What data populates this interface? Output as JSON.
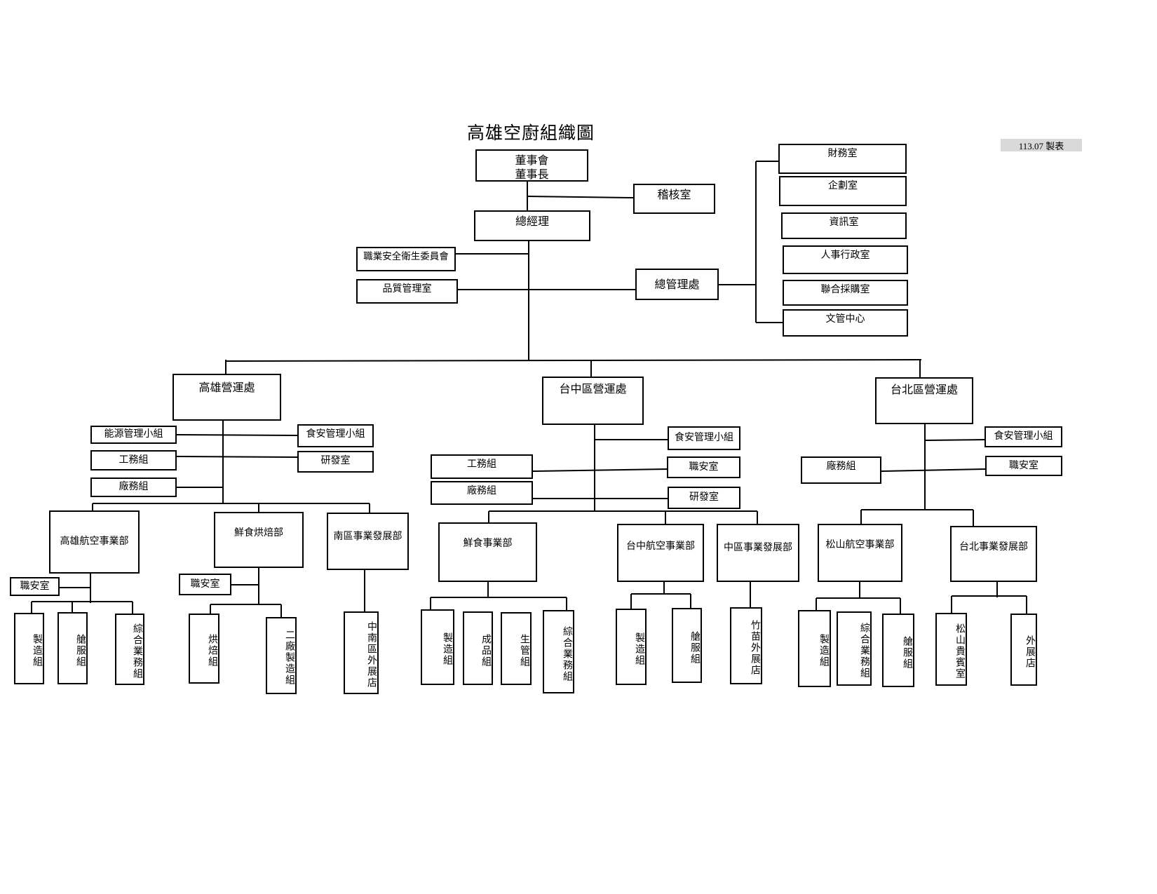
{
  "title": "高雄空廚組織圖",
  "stamp": "113.07 製表",
  "top": {
    "board": "董事會\n董事長",
    "audit": "稽核室",
    "gm": "總經理",
    "safety_committee": "職業安全衛生委員會",
    "quality": "品質管理室",
    "admin": "總管理處"
  },
  "admin_units": [
    "財務室",
    "企劃室",
    "資訊室",
    "人事行政室",
    "聯合採購室",
    "文管中心"
  ],
  "kaohsiung": {
    "name": "高雄營運處",
    "left_units": [
      "能源管理小組",
      "工務組",
      "廠務組"
    ],
    "right_units": [
      "食安管理小組",
      "研發室"
    ],
    "depts": [
      {
        "name": "高雄航空事業部",
        "side": "職安室",
        "groups": [
          "製造組",
          "艙服組",
          "綜合業務組"
        ]
      },
      {
        "name": "鮮食烘焙部",
        "side": "職安室",
        "groups": [
          "烘焙組",
          "二廠製造組"
        ]
      },
      {
        "name": "南區事業發展部",
        "groups": [
          "中南區外展店"
        ]
      }
    ]
  },
  "taichung": {
    "name": "台中區營運處",
    "left_units": [
      "工務組",
      "廠務組"
    ],
    "right_units": [
      "食安管理小組",
      "職安室",
      "研發室"
    ],
    "depts": [
      {
        "name": "鮮食事業部",
        "groups": [
          "製造組",
          "成品組",
          "生管組",
          "綜合業務組"
        ]
      },
      {
        "name": "台中航空事業部",
        "groups": [
          "製造組",
          "艙服組"
        ]
      },
      {
        "name": "中區事業發展部",
        "groups": [
          "竹苗外展店"
        ]
      }
    ]
  },
  "taipei": {
    "name": "台北區營運處",
    "left_units": [
      "廠務組"
    ],
    "right_units": [
      "食安管理小組",
      "職安室"
    ],
    "depts": [
      {
        "name": "松山航空事業部",
        "groups": [
          "製造組",
          "綜合業務組",
          "艙服組"
        ]
      },
      {
        "name": "台北事業發展部",
        "groups": [
          "松山貴賓室",
          "外展店"
        ]
      }
    ]
  }
}
